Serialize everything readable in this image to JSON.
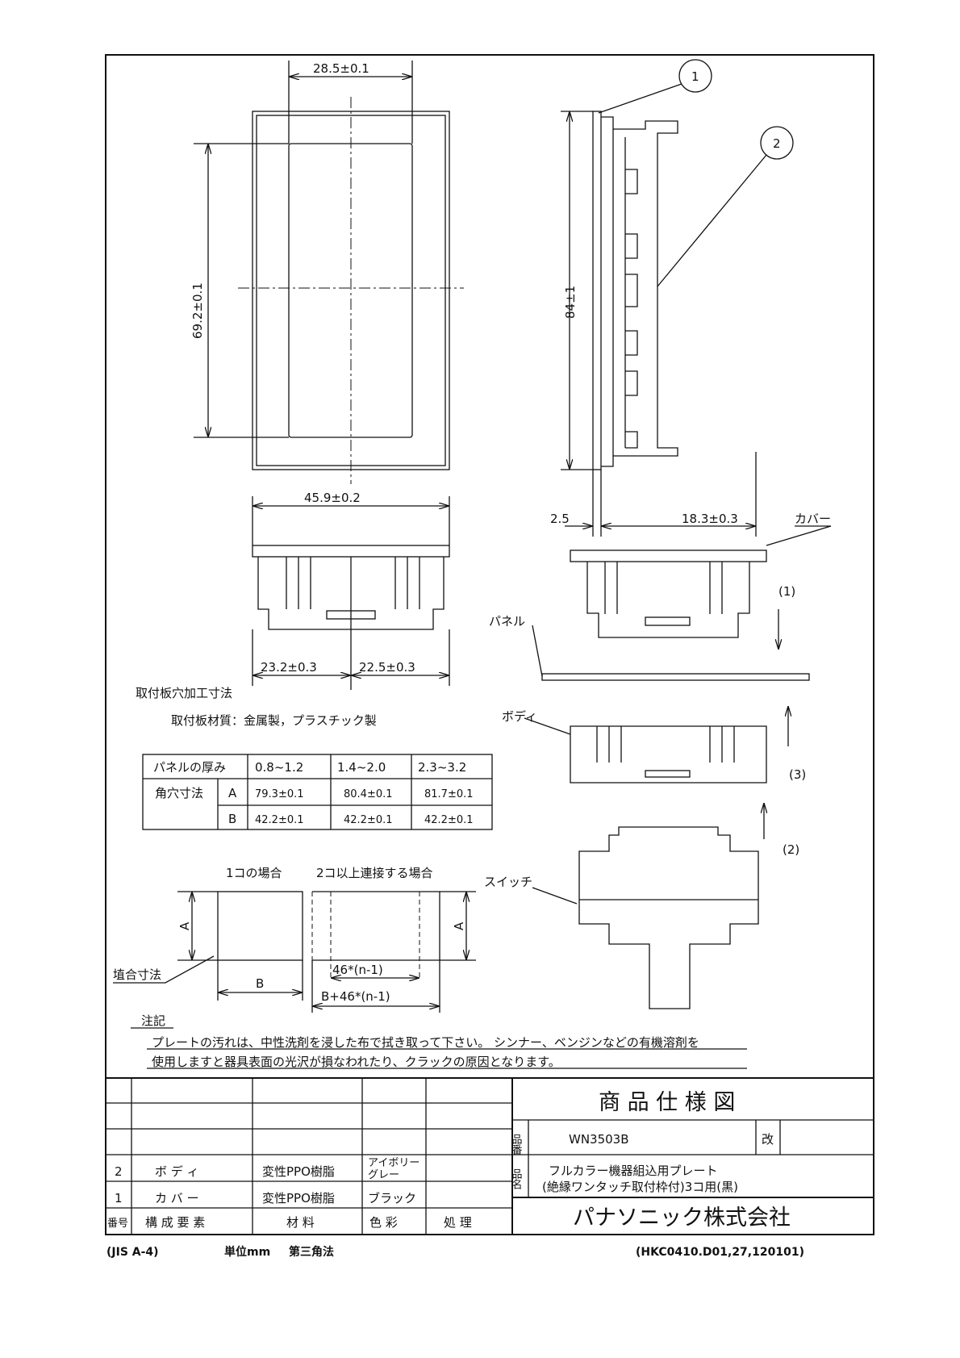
{
  "dimensions": {
    "window_width": "28.5±0.1",
    "window_height": "69.2±0.1",
    "overall_height": "84±1",
    "overall_width": "45.9±0.2",
    "plate_thickness": "2.5",
    "depth": "18.3±0.3",
    "left_offset": "23.2±0.3",
    "right_offset": "22.5±0.3"
  },
  "balloons": [
    "1",
    "2"
  ],
  "assembly": {
    "cover_label": "カバー",
    "panel_label": "パネル",
    "body_label": "ボディ",
    "switch_label": "スイッチ",
    "step1": "(1)",
    "step2": "(2)",
    "step3": "(3)"
  },
  "mounting": {
    "title": "取付板穴加工寸法",
    "material": "取付板材質：金属製，プラスチック製",
    "table": {
      "header": [
        "パネルの厚み",
        "0.8~1.2",
        "1.4~2.0",
        "2.3~3.2"
      ],
      "row_label": "角穴寸法",
      "rows": [
        {
          "key": "A",
          "values": [
            "79.3±0.1",
            "80.4±0.1",
            "81.7±0.1"
          ]
        },
        {
          "key": "B",
          "values": [
            "42.2±0.1",
            "42.2±0.1",
            "42.2±0.1"
          ]
        }
      ]
    },
    "single_label": "1コの場合",
    "multi_label": "2コ以上連接する場合",
    "a_label": "A",
    "b_label": "B",
    "pitch_label": "46*(n-1)",
    "total_label": "B+46*(n-1)",
    "fit_label": "埴合寸法"
  },
  "notes": {
    "heading": "注記",
    "line1": "プレートの汚れは、中性洗剤を浸した布で拭き取って下さい。 シンナー、ベンジンなどの有機溶剤を",
    "line2": "使用しますと器具表面の光沢が損なわれたり、クラックの原因となります。"
  },
  "parts_list": {
    "rows": [
      {
        "no": "2",
        "part": "ボ デ ィ",
        "material": "変性PPO樹脂",
        "color": "アイボリー\nグレー",
        "color1": "アイボリー",
        "color2": "グレー",
        "finish": ""
      },
      {
        "no": "1",
        "part": "カ バ ー",
        "material": "変性PPO樹脂",
        "color": "ブラック",
        "finish": ""
      }
    ],
    "header": {
      "no": "番号",
      "part": "構 成 要 素",
      "material": "材  料",
      "color": "色  彩",
      "finish": "処  理"
    }
  },
  "title_block": {
    "title": "商 品 仕 様 図",
    "part_no_label": "品番",
    "part_no": "WN3503B",
    "revision_label": "改",
    "name_label": "品名",
    "name_line1": "フルカラー機器組込用プレート",
    "name_line2": "(絶縁ワンタッチ取付枠付)3コ用(黒)",
    "company": "パナソニック株式会社"
  },
  "footer": {
    "left": "(JIS A-4)",
    "unit": "単位mm",
    "projection": "第三角法",
    "code": "(HKC0410.D01,27,120101)"
  }
}
